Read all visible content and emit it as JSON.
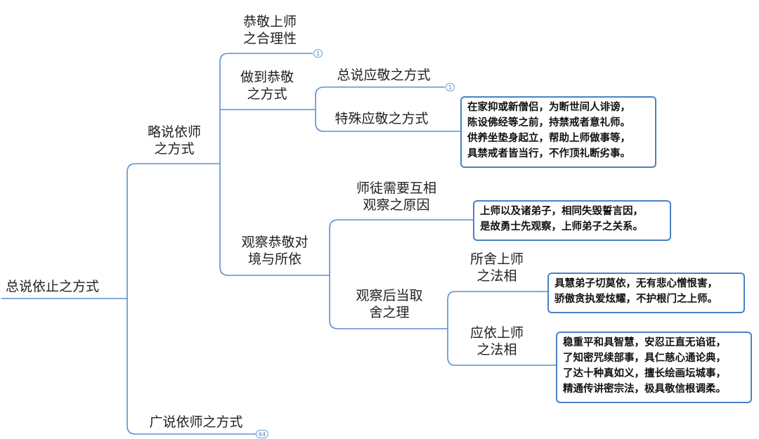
{
  "root": {
    "label": "总说依止之方式"
  },
  "branches": {
    "brief": {
      "label": "略说依师\n之方式"
    },
    "broad": {
      "label": "广说依师之方式",
      "badge": "64"
    },
    "reasonable": {
      "label": "恭敬上师\n之合理性",
      "badge": "1"
    },
    "method": {
      "label": "做到恭敬\n之方式"
    },
    "general": {
      "label": "总说应敬之方式",
      "badge": "1"
    },
    "special": {
      "label": "特殊应敬之方式"
    },
    "observe": {
      "label": "观察恭敬对\n境与所依"
    },
    "mutual": {
      "label": "师徒需要互相\n观察之原因"
    },
    "after": {
      "label": "观察后当取\n舍之理"
    },
    "abandon": {
      "label": "所舍上师\n之法相"
    },
    "rely": {
      "label": "应依上师\n之法相"
    }
  },
  "notes": {
    "special": "在家抑或新僧侣，为断世间人诽谤，\n陈设佛经等之前，持禁戒者意礼师。\n供养坐垫身起立，帮助上师做事等，\n具禁戒者皆当行，不作顶礼断劣事。",
    "mutual": "上师以及诸弟子，相同失毁誓言因，\n是故勇士先观察，上师弟子之关系。",
    "abandon": "具慧弟子切莫依，无有悲心憎恨害，\n骄傲贪执爱炫耀，不护根门之上师。",
    "rely": "稳重平和具智慧，安忍正直无谄诳，\n了知密咒续部事，具仁慈心通论典，\n了达十种真如义，擅长绘画坛城事，\n精通传讲密宗法，极具敬信根调柔。"
  },
  "colors": {
    "line": "#5b8fd0",
    "note_border": "#4a82c2"
  }
}
